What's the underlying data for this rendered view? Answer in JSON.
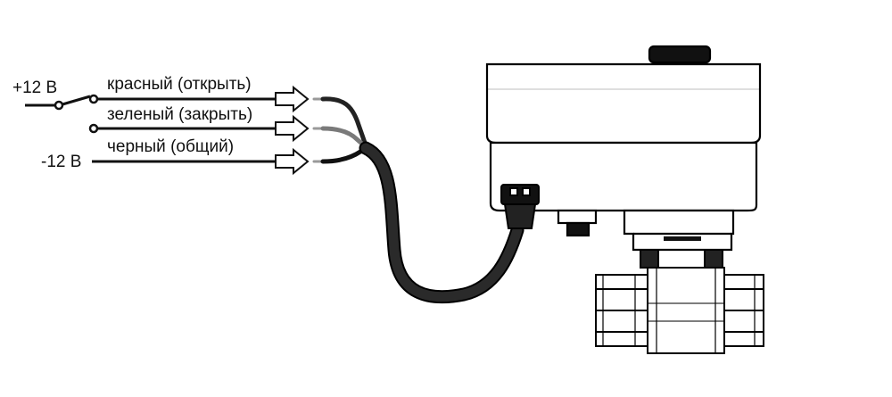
{
  "supply": {
    "positive": "+12 В",
    "negative": "-12 В"
  },
  "wires": [
    {
      "label": "красный (открыть)",
      "color": "#222222"
    },
    {
      "label": "зеленый (закрыть)",
      "color": "#7a7a7a"
    },
    {
      "label": "черный (общий)",
      "color": "#111111"
    }
  ],
  "colors": {
    "line": "#111111",
    "cable": "#1a1a1a",
    "outline": "#000000",
    "fill": "#ffffff"
  }
}
